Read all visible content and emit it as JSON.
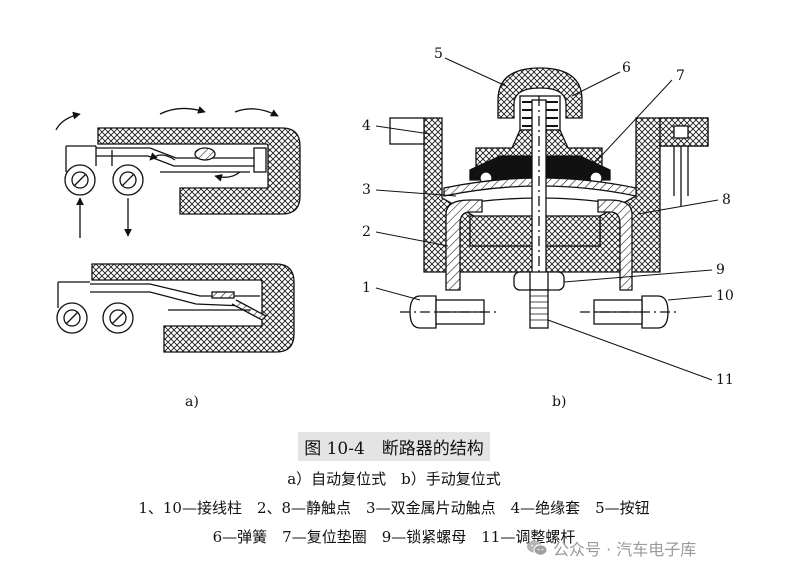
{
  "diagram": {
    "sub_a_label": "a)",
    "sub_b_label": "b)",
    "callouts": [
      "1",
      "2",
      "3",
      "4",
      "5",
      "6",
      "7",
      "8",
      "9",
      "10",
      "11"
    ]
  },
  "caption": {
    "title": "图 10-4　断路器的结构",
    "line1": "a）自动复位式　b）手动复位式",
    "line2": "1、10—接线柱　2、8—静触点　3—双金属片动触点　4—绝缘套　5—按钮",
    "line3": "6—弹簧　7—复位垫圈　9—锁紧螺母　11—调整螺杆"
  },
  "watermark": {
    "text": "公众号 · 汽车电子库",
    "icon": "wechat-icon"
  }
}
